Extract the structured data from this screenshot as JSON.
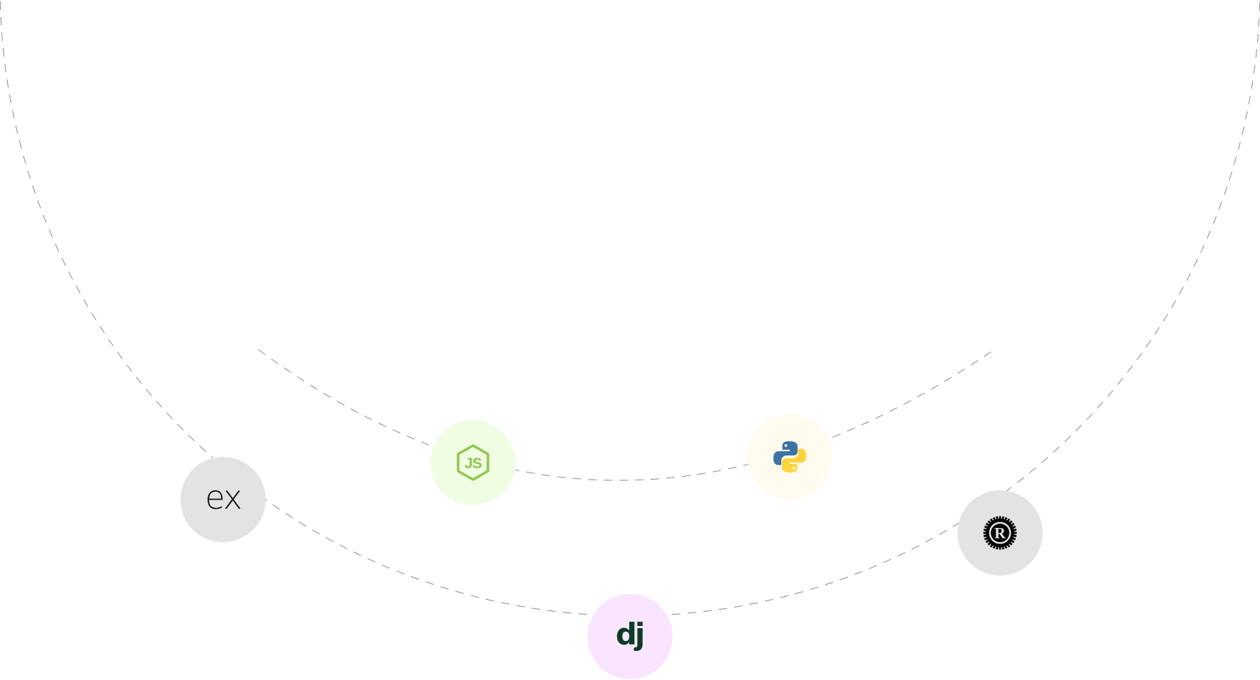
{
  "colors": {
    "orbit_stroke": "#8a8a8a",
    "express_bg": "#e3e3e3",
    "node_bg": "#f1fde3",
    "python_bg": "#fffbee",
    "rust_bg": "#e3e3e3",
    "django_bg": "#f9e5ff",
    "node_green": "#8cc84b",
    "python_blue": "#3b73a6",
    "python_yellow": "#ffd43b",
    "django_dark": "#0c3c26"
  },
  "badges": [
    {
      "id": "express",
      "icon": "express-icon",
      "label": "ex"
    },
    {
      "id": "node",
      "icon": "nodejs-icon",
      "label": "JS"
    },
    {
      "id": "python",
      "icon": "python-icon"
    },
    {
      "id": "rust",
      "icon": "rust-icon",
      "label": "R"
    },
    {
      "id": "django",
      "icon": "django-icon",
      "label": "dj"
    }
  ]
}
